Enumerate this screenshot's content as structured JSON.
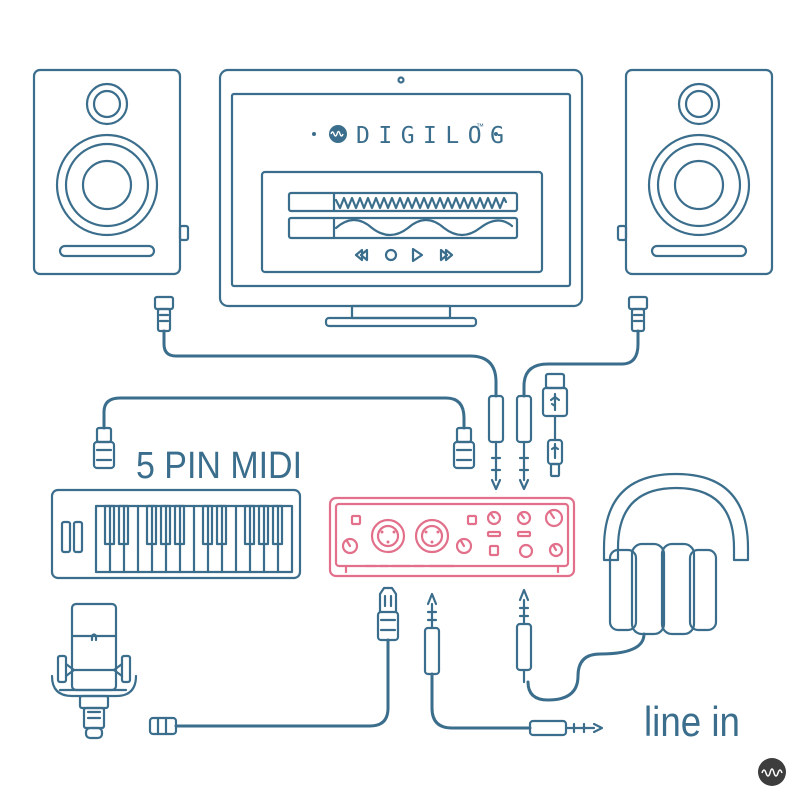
{
  "brand": {
    "name": "DIGILOG",
    "trademark": "™"
  },
  "labels": {
    "midi": "5 PIN MIDI",
    "line_in": "line in"
  },
  "colors": {
    "outline": "#3b6e8c",
    "interface": "#e2708a",
    "background": "#ffffff"
  },
  "icons": [
    "speaker-icon",
    "monitor-icon",
    "keyboard-icon",
    "microphone-icon",
    "headphones-icon",
    "audio-interface-icon",
    "usb-plug-icon",
    "xlr-plug-icon",
    "jack-plug-icon",
    "rewind-icon",
    "stop-icon",
    "play-icon",
    "fast-forward-icon",
    "logo-badge-icon"
  ]
}
